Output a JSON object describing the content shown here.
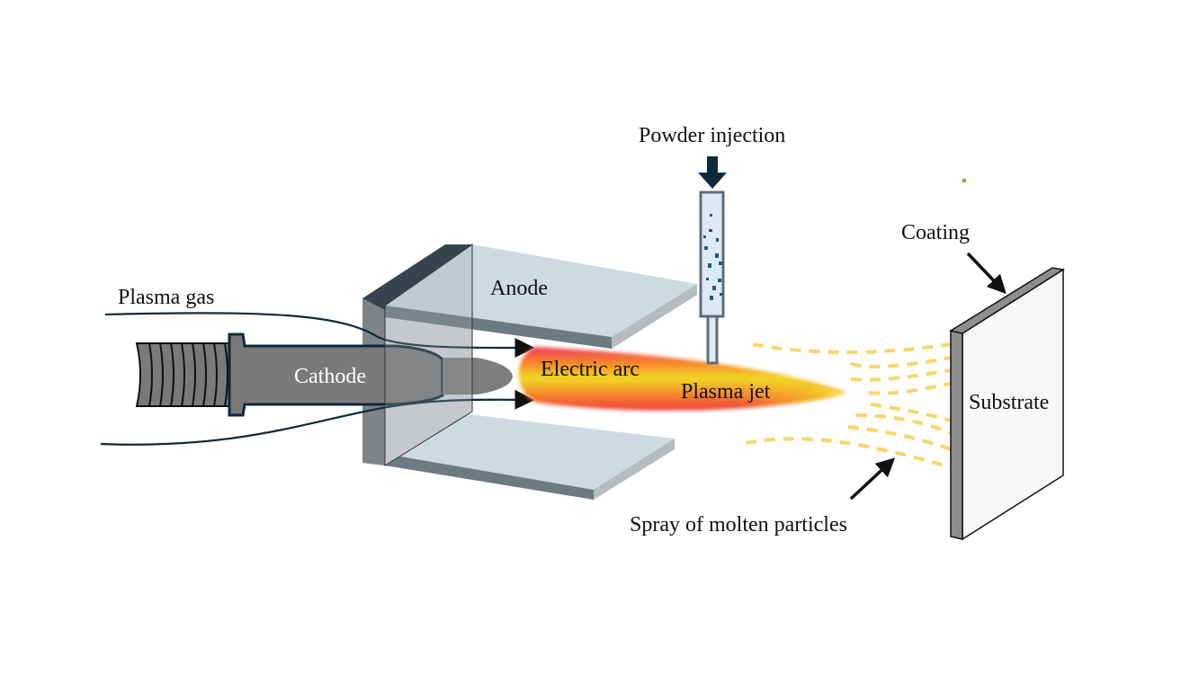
{
  "title": "Plasma spray process schematic",
  "labels": {
    "plasma_gas": "Plasma gas",
    "cathode": "Cathode",
    "anode": "Anode",
    "electric_arc": "Electric arc",
    "plasma_jet": "Plasma jet",
    "powder_injection": "Powder injection",
    "coating": "Coating",
    "substrate": "Substrate",
    "spray": "Spray of molten particles"
  },
  "colors": {
    "cathode_body": "#7a7a7a",
    "cathode_outline": "#0e2a3a",
    "anode_top": "#ccdbe2",
    "anode_edge": "#6b7b82",
    "anode_dark": "#36454d",
    "jet_outer": "#ee3a4a",
    "jet_mid": "#f58a2a",
    "jet_core": "#f2e02a",
    "spray": "#f9d56a",
    "injector_fill": "#dde9f4",
    "injector_outline": "#5b6e7a",
    "powder": "#1e5a7a",
    "substrate_face": "#f7f7f7",
    "substrate_edge": "#8e8e8e"
  }
}
